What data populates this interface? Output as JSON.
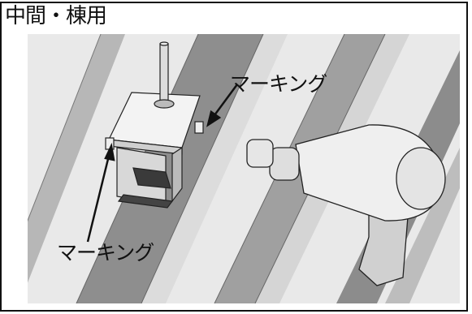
{
  "header": {
    "title": "中間・棟用"
  },
  "labels": {
    "marking_top": "マーキング",
    "marking_bottom": "マーキング"
  },
  "colors": {
    "stripe_dark": "#909090",
    "stripe_light": "#e8e8e8",
    "line": "#222222"
  }
}
